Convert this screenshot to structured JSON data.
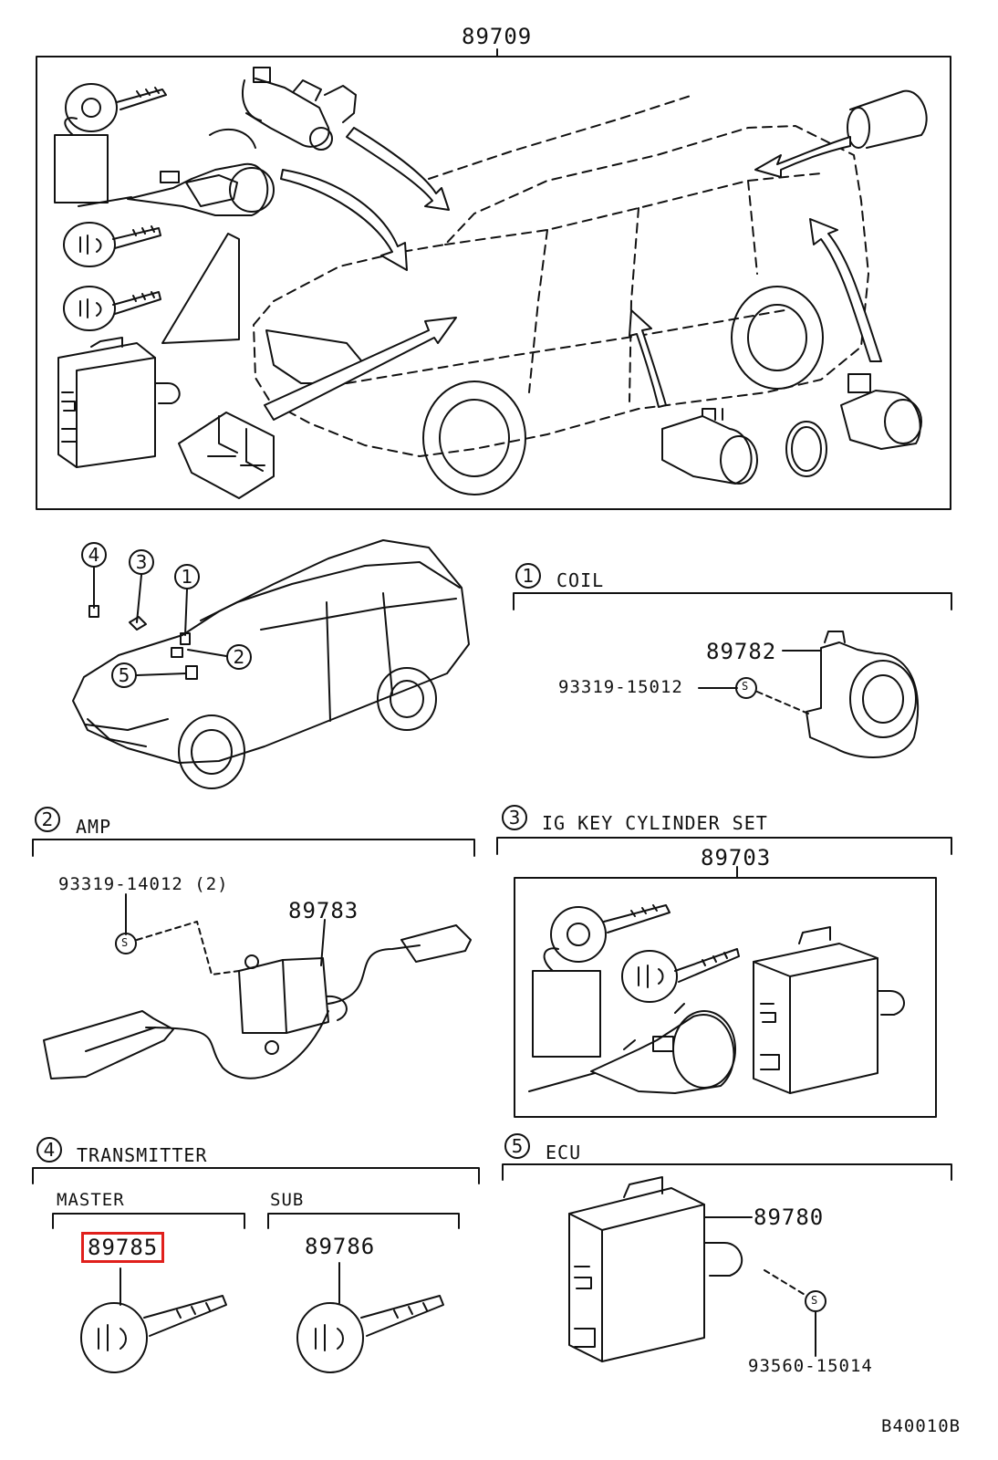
{
  "diagram": {
    "top_part_number": "89709",
    "sections": {
      "coil": {
        "num": "1",
        "title": "COIL",
        "parts": [
          "89782",
          "93319-15012"
        ]
      },
      "amp": {
        "num": "2",
        "title": "AMP",
        "parts": [
          "93319-14012 (2)",
          "89783"
        ]
      },
      "ig_key": {
        "num": "3",
        "title": "IG KEY CYLINDER SET",
        "parts": [
          "89703"
        ]
      },
      "transmitter": {
        "num": "4",
        "title": "TRANSMITTER",
        "master_label": "MASTER",
        "master_part": "89785",
        "sub_label": "SUB",
        "sub_part": "89786"
      },
      "ecu": {
        "num": "5",
        "title": "ECU",
        "parts": [
          "89780",
          "93560-15014"
        ]
      }
    },
    "location_callouts": [
      "4",
      "3",
      "1",
      "2",
      "5"
    ],
    "bolt_symbol": "S",
    "figure_code": "B40010B",
    "highlight_color": "#e0201c"
  }
}
